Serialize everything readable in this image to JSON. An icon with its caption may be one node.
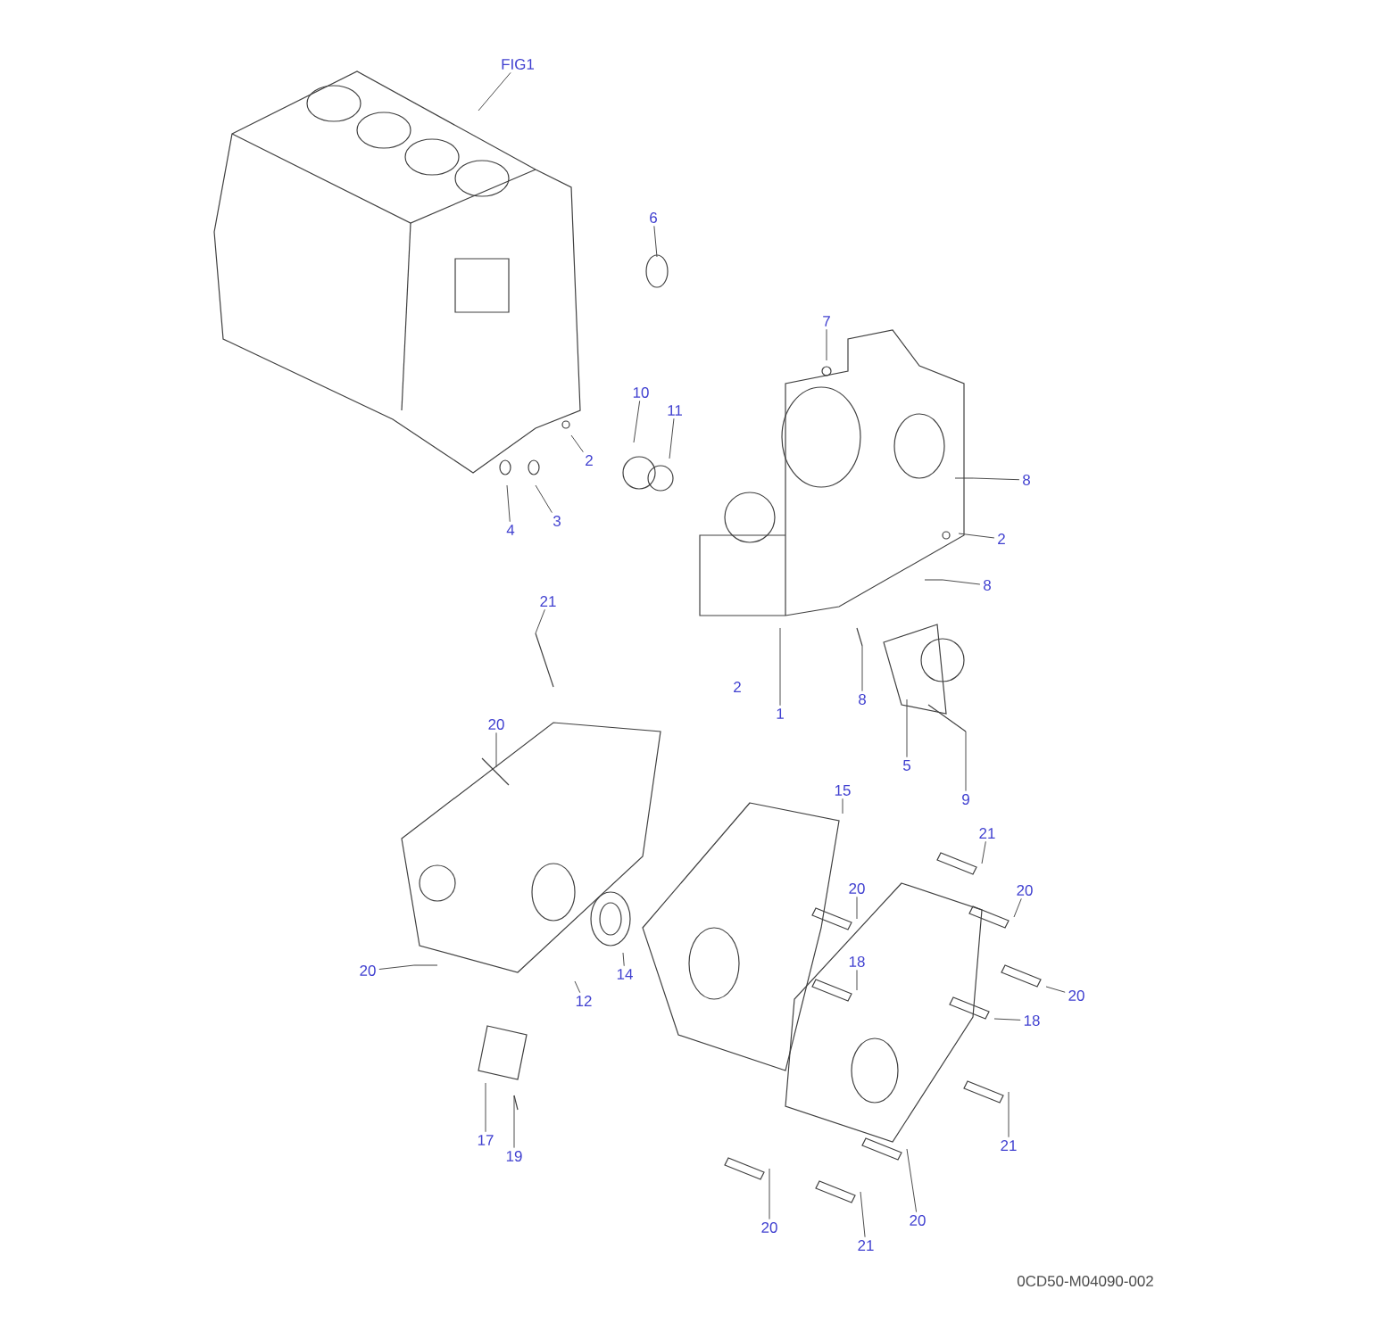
{
  "diagram": {
    "nodes": [
      {
        "text": [
          "FIG1"
        ]
      },
      {
        "text": [
          "6"
        ]
      },
      {
        "text": [
          "2"
        ]
      },
      {
        "text": [
          "4"
        ]
      },
      {
        "text": [
          "3"
        ]
      },
      {
        "text": [
          "10"
        ]
      },
      {
        "text": [
          "11"
        ]
      },
      {
        "text": [
          "7"
        ]
      },
      {
        "text": [
          "8"
        ]
      },
      {
        "text": [
          "2"
        ]
      },
      {
        "text": [
          "8"
        ]
      },
      {
        "text": [
          "1"
        ]
      },
      {
        "text": [
          "8"
        ]
      },
      {
        "text": [
          "5"
        ]
      },
      {
        "text": [
          "9"
        ]
      },
      {
        "text": [
          "21"
        ]
      },
      {
        "text": [
          "20"
        ]
      },
      {
        "text": [
          "15"
        ]
      },
      {
        "text": [
          "21"
        ]
      },
      {
        "text": [
          "20"
        ]
      },
      {
        "text": [
          "20"
        ]
      },
      {
        "text": [
          "18"
        ]
      },
      {
        "text": [
          "20"
        ]
      },
      {
        "text": [
          "18"
        ]
      },
      {
        "text": [
          "20"
        ]
      },
      {
        "text": [
          "14"
        ]
      },
      {
        "text": [
          "12"
        ]
      },
      {
        "text": [
          "17"
        ]
      },
      {
        "text": [
          "19"
        ]
      },
      {
        "text": [
          "21"
        ]
      },
      {
        "text": [
          "20"
        ]
      },
      {
        "text": [
          "21"
        ]
      },
      {
        "text": [
          "20"
        ]
      }
    ],
    "edges": [
      {
        "from": 0,
        "to": null,
        "arrow": "none"
      },
      {
        "from": 1,
        "to": null,
        "arrow": "none"
      },
      {
        "from": 2,
        "to": null,
        "arrow": "none"
      },
      {
        "from": 3,
        "to": null,
        "arrow": "none"
      },
      {
        "from": 4,
        "to": null,
        "arrow": "none"
      },
      {
        "from": 5,
        "to": null,
        "arrow": "none"
      },
      {
        "from": 6,
        "to": null,
        "arrow": "none"
      },
      {
        "from": 7,
        "to": null,
        "arrow": "none"
      },
      {
        "from": 8,
        "to": null,
        "arrow": "none"
      },
      {
        "from": 9,
        "to": null,
        "arrow": "none"
      },
      {
        "from": 10,
        "to": null,
        "arrow": "none"
      },
      {
        "from": 11,
        "to": null,
        "arrow": "none"
      },
      {
        "from": 12,
        "to": null,
        "arrow": "none"
      },
      {
        "from": 13,
        "to": null,
        "arrow": "none"
      },
      {
        "from": 14,
        "to": null,
        "arrow": "none"
      },
      {
        "from": 15,
        "to": null,
        "arrow": "none"
      },
      {
        "from": 16,
        "to": null,
        "arrow": "none"
      },
      {
        "from": 17,
        "to": null,
        "arrow": "none"
      },
      {
        "from": 18,
        "to": null,
        "arrow": "none"
      },
      {
        "from": 19,
        "to": null,
        "arrow": "none"
      },
      {
        "from": 20,
        "to": null,
        "arrow": "none"
      },
      {
        "from": 21,
        "to": null,
        "arrow": "none"
      },
      {
        "from": 22,
        "to": null,
        "arrow": "none"
      },
      {
        "from": 23,
        "to": null,
        "arrow": "none"
      },
      {
        "from": 24,
        "to": null,
        "arrow": "none"
      },
      {
        "from": 25,
        "to": null,
        "arrow": "none"
      },
      {
        "from": 26,
        "to": null,
        "arrow": "none"
      },
      {
        "from": 27,
        "to": null,
        "arrow": "none"
      },
      {
        "from": 28,
        "to": null,
        "arrow": "none"
      },
      {
        "from": 29,
        "to": null,
        "arrow": "none"
      },
      {
        "from": 30,
        "to": null,
        "arrow": "none"
      },
      {
        "from": 31,
        "to": null,
        "arrow": "none"
      },
      {
        "from": 32,
        "to": null,
        "arrow": "none"
      }
    ],
    "labels": [
      "2",
      "0CD50-M04090-002"
    ]
  }
}
